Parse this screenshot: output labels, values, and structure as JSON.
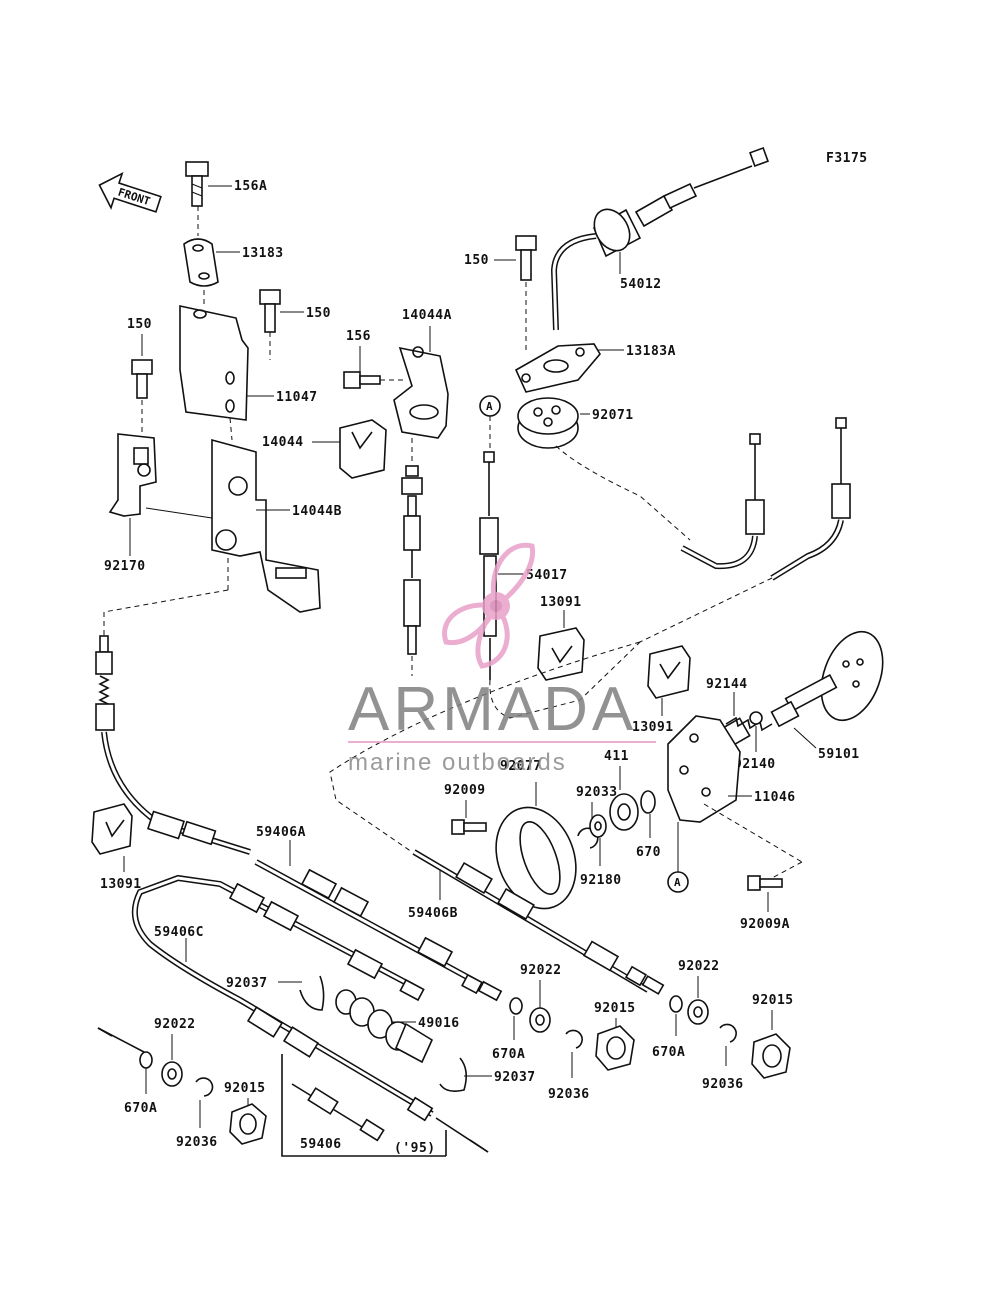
{
  "figure_code": "F3175",
  "front_arrow": {
    "label": "FRONT"
  },
  "callout_circle": "A",
  "watermark": {
    "brand": "ARMADA",
    "tagline": "marine outboards",
    "accent_color": "#e8a0c8"
  },
  "part_labels": {
    "p156A": "156A",
    "p13183": "13183",
    "p150a": "150",
    "p150b": "150",
    "p150c": "150",
    "p11047": "11047",
    "p156": "156",
    "p14044A": "14044A",
    "p14044": "14044",
    "p14044B": "14044B",
    "p92170": "92170",
    "p54012": "54012",
    "p13183A": "13183A",
    "p92071": "92071",
    "p54017": "54017",
    "p13091a": "13091",
    "p13091b": "13091",
    "p13091c": "13091",
    "p92144": "92144",
    "p92140": "92140",
    "p59101": "59101",
    "p92077": "92077",
    "p411": "411",
    "p92009": "92009",
    "p92033": "92033",
    "p11046": "11046",
    "p670": "670",
    "p92180": "92180",
    "p92009A": "92009A",
    "p59406A": "59406A",
    "p59406B": "59406B",
    "p59406C": "59406C",
    "p92037a": "92037",
    "p92037b": "92037",
    "p49016": "49016",
    "p92022a": "92022",
    "p92022b": "92022",
    "p92022c": "92022",
    "p670Aa": "670A",
    "p670Ab": "670A",
    "p670Ac": "670A",
    "p92015a": "92015",
    "p92015b": "92015",
    "p92015c": "92015",
    "p92036a": "92036",
    "p92036b": "92036",
    "p92036c": "92036",
    "p59406": "59406",
    "year_note": "('95)"
  }
}
